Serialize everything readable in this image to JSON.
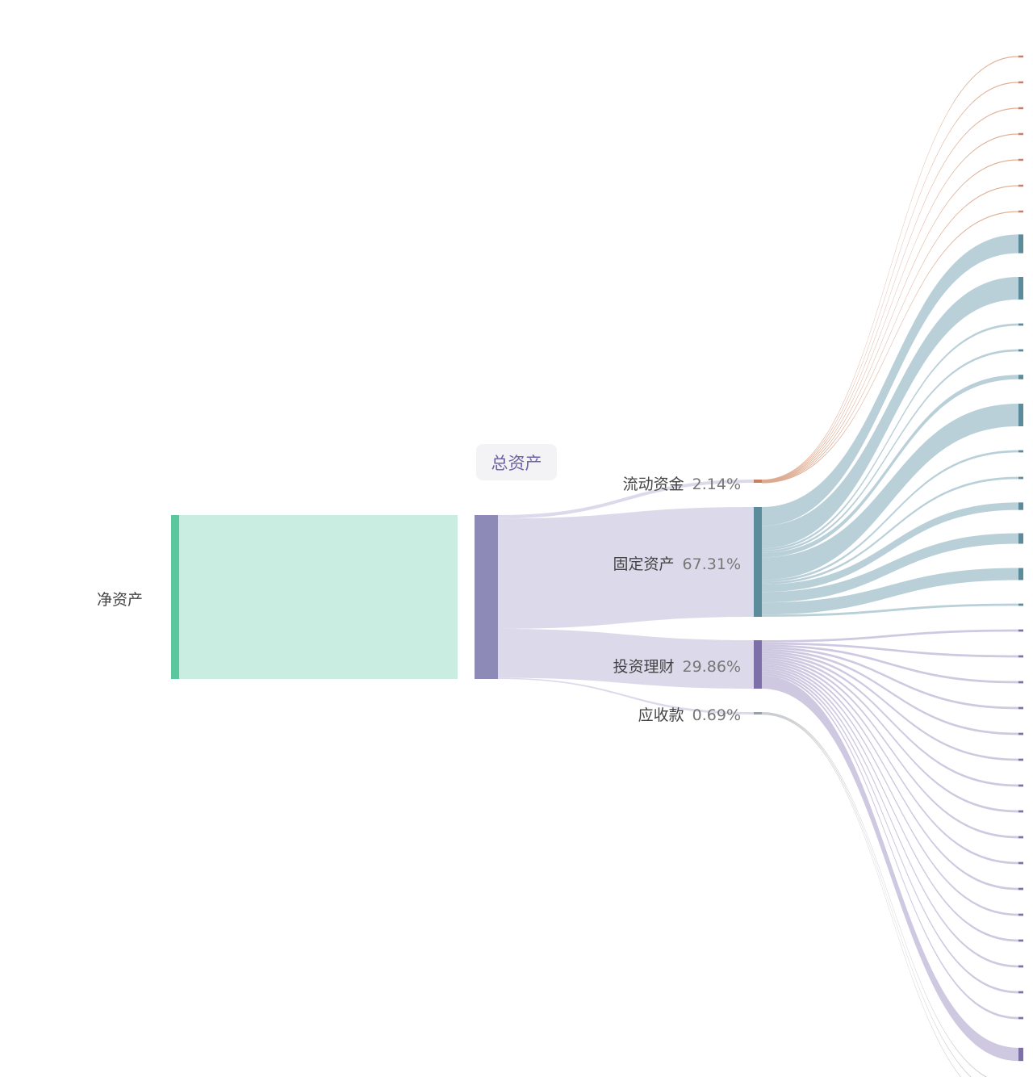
{
  "chart_data": {
    "type": "sankey",
    "title": "",
    "nodes": {
      "root": {
        "label": "净资产",
        "color": "#5cc79e",
        "link_color": "#c9ede0"
      },
      "total": {
        "label": "总资产",
        "color": "#8e8ab8"
      },
      "children": [
        {
          "label": "流动资金",
          "percent": "2.14%",
          "value": 2.14,
          "color": "#c98060",
          "link_color": "#dca78c",
          "leaves": [
            1,
            1,
            1,
            1,
            1,
            1,
            1
          ]
        },
        {
          "label": "固定资产",
          "percent": "67.31%",
          "value": 67.31,
          "color": "#5c8c9c",
          "link_color": "#b3cbd5",
          "leaves": [
            25,
            30,
            3,
            3,
            6,
            30,
            3,
            3,
            10,
            14,
            16,
            3
          ]
        },
        {
          "label": "投资理财",
          "percent": "29.86%",
          "value": 29.86,
          "color": "#7d6fa8",
          "link_color": "#c9c2dd",
          "leaves": [
            3,
            3,
            3,
            3,
            3,
            3,
            3,
            3,
            3,
            3,
            3,
            3,
            3,
            3,
            3,
            3,
            18
          ]
        },
        {
          "label": "应收款",
          "percent": "0.69%",
          "value": 0.69,
          "color": "#9aa0a8",
          "link_color": "#c4c8cc",
          "leaves": [
            1,
            1,
            1
          ]
        }
      ]
    },
    "total_link_color": "#dcdaea"
  }
}
